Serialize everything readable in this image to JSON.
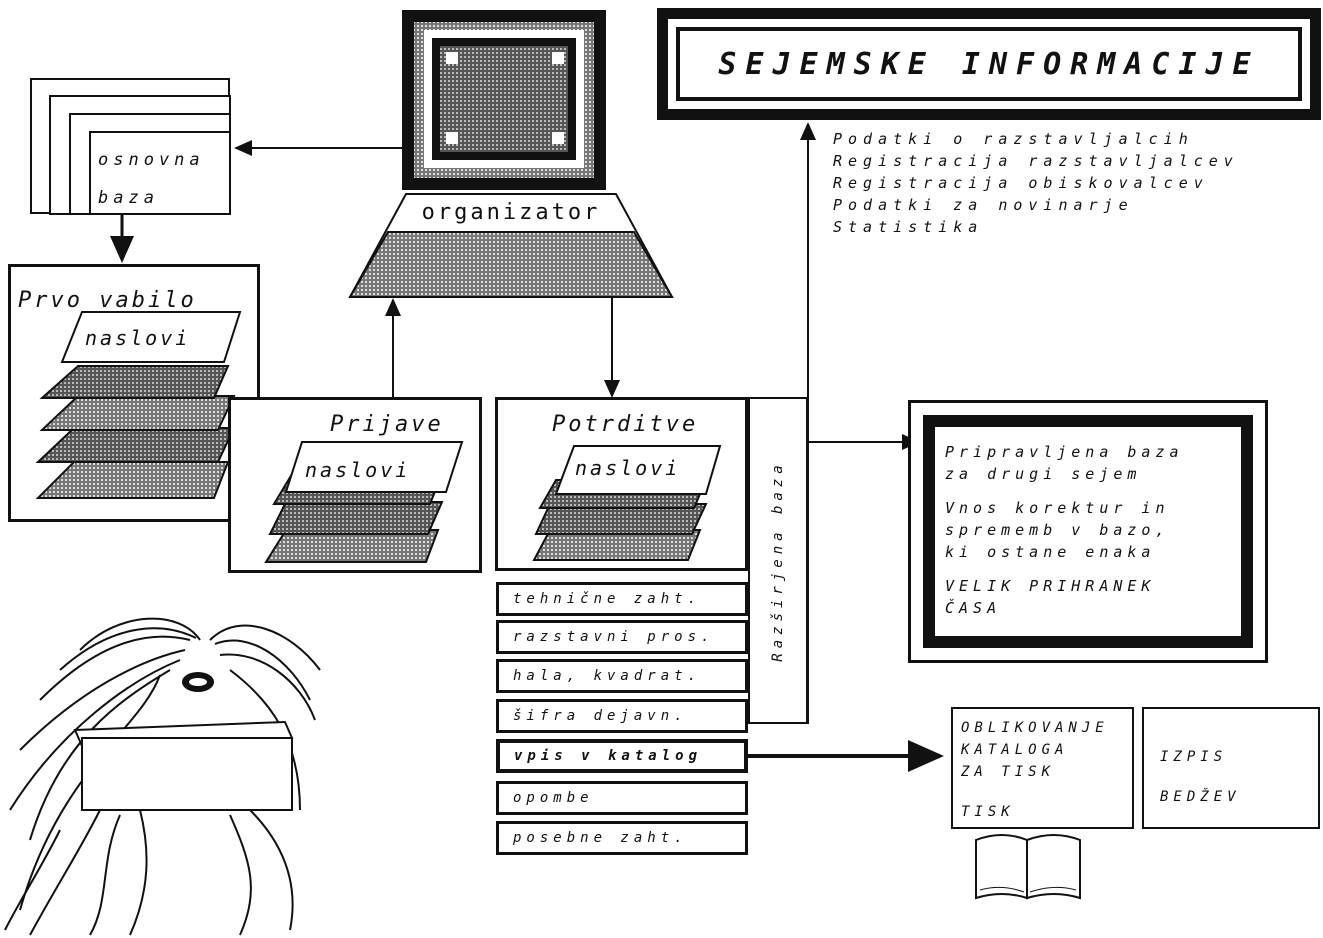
{
  "title": "SEJEMSKE INFORMACIJE",
  "info_list": [
    "Podatki o razstavljalcih",
    "Registracija razstavljalcev",
    "Registracija obiskovalcev",
    "Podatki za novinarje",
    "Statistika"
  ],
  "organizer_label": "organizator",
  "base_box": {
    "line1": "osnovna",
    "line2": "baza"
  },
  "first_invitation": {
    "title": "Prvo vabilo",
    "sheet_label": "naslovi"
  },
  "applications": {
    "title": "Prijave",
    "sheet_label": "naslovi"
  },
  "confirmations": {
    "title": "Potrditve",
    "sheet_label": "naslovi"
  },
  "extended_base": "Razširjena baza",
  "fields": [
    "tehnične zaht.",
    "razstavni pros.",
    "hala, kvadrat.",
    "šifra dejavn.",
    "vpis v katalog",
    "opombe",
    "posebne zaht."
  ],
  "side_panel": {
    "line1": "Pripravljena baza",
    "line2": "za drugi sejem",
    "line3": "Vnos korektur in",
    "line4": "sprememb v bazo,",
    "line5": "ki ostane enaka",
    "line6": "VELIK PRIHRANEK",
    "line7": "ČASA"
  },
  "catalog_box": {
    "line1": "OBLIKOVANJE",
    "line2": "KATALOGA",
    "line3": "ZA TISK",
    "line4": "TISK"
  },
  "badge_box": {
    "line1": "IZPIS",
    "line2": "BEDŽEV"
  },
  "icons": [
    "computer-monitor-icon",
    "open-book-icon",
    "creature-carrying-box-illustration"
  ]
}
